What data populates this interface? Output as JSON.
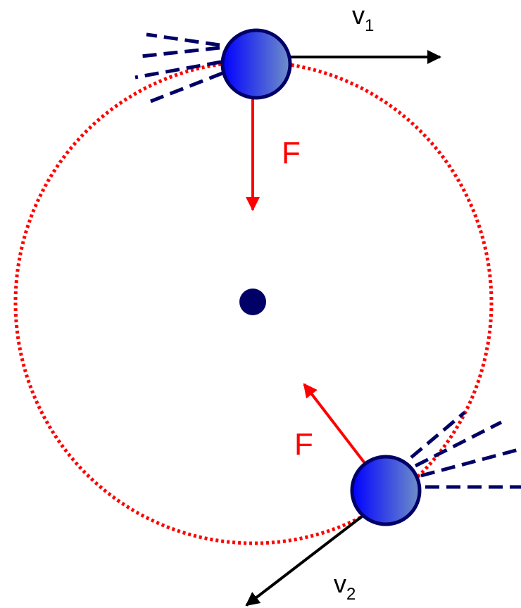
{
  "labels": {
    "force_top": "F",
    "force_bottom": "F",
    "velocity_top": "v",
    "velocity_top_sub": "1",
    "velocity_bottom": "v",
    "velocity_bottom_sub": "2"
  },
  "colors": {
    "orbit_path": "#ff0000",
    "force_arrow": "#ff0000",
    "force_label": "#ff0000",
    "velocity_arrow": "#000000",
    "velocity_label": "#000000",
    "ball_outline": "#000066",
    "ball_fill_dark": "#0000ff",
    "ball_fill_light": "#6f8fc8",
    "center_dot": "#000066",
    "exhaust_lines": "#000066"
  }
}
